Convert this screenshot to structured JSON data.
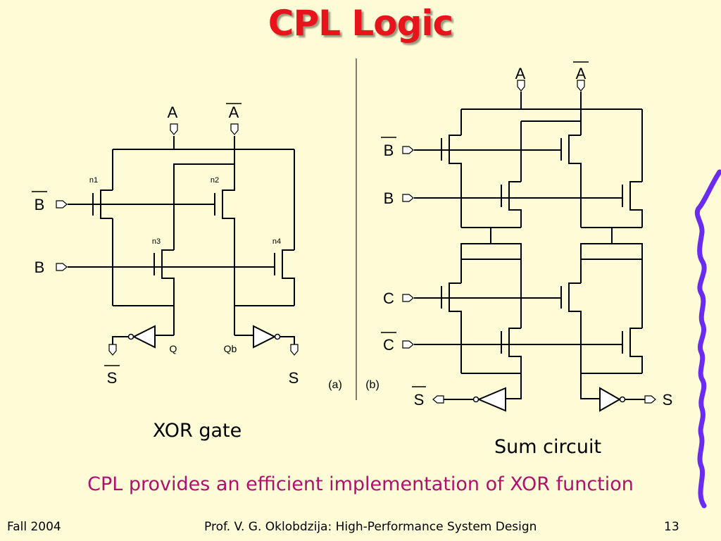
{
  "slide": {
    "title": "CPL Logic",
    "bullet": "CPL provides an efficient implementation of XOR function",
    "footer": {
      "left": "Fall 2004",
      "center": "Prof. V. G. Oklobdzija: High-Performance System Design",
      "page": "13"
    }
  },
  "diagram_a": {
    "caption": "XOR gate",
    "tag": "(a)",
    "labels": {
      "a": "A",
      "a_bar": "A",
      "b_bar": "B",
      "b": "B",
      "n1": "n1",
      "n2": "n2",
      "n3": "n3",
      "n4": "n4",
      "q": "Q",
      "qb": "Qb",
      "s_bar": "S",
      "s": "S"
    }
  },
  "diagram_b": {
    "caption": "Sum circuit",
    "tag": "(b)",
    "labels": {
      "a": "A",
      "a_bar": "A",
      "b_bar": "B",
      "b": "B",
      "c": "C",
      "c_bar": "C",
      "s_bar": "S",
      "s": "S"
    }
  },
  "colors": {
    "background": "#fdfcd6",
    "title": "#e8141c",
    "bullet": "#b0106e",
    "decoration": "#6a2cf0"
  }
}
